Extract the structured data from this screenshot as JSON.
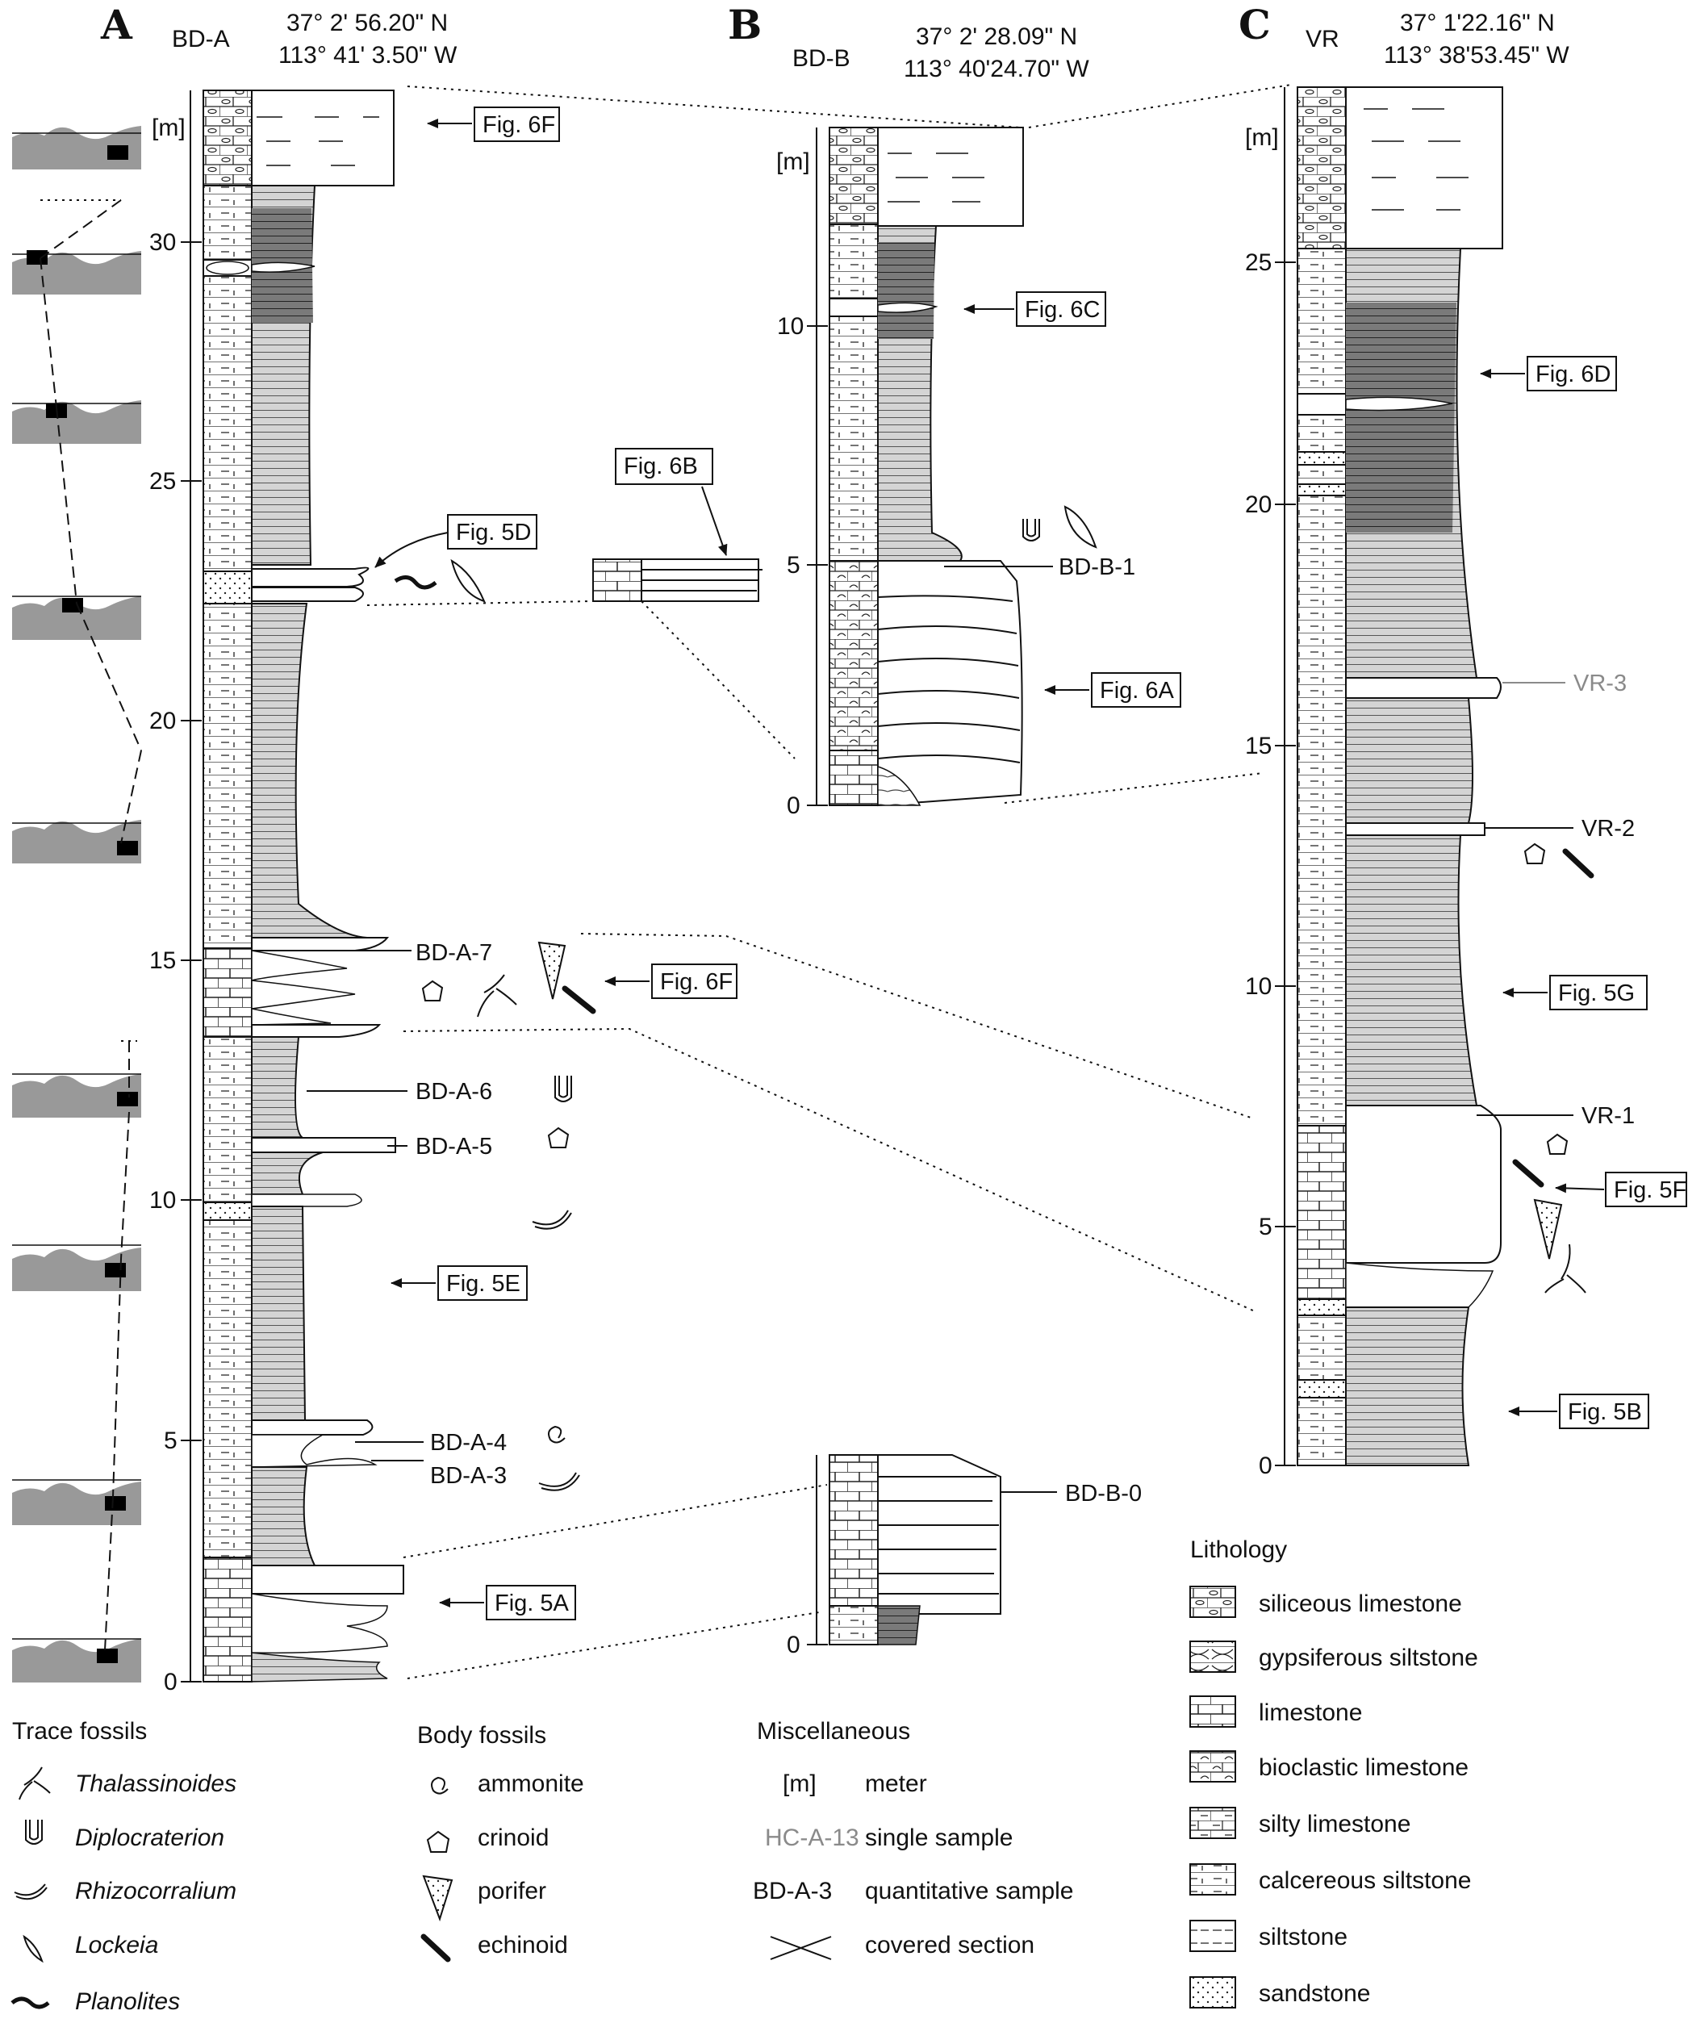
{
  "sections": {
    "A": {
      "letter": "A",
      "name": "BD-A",
      "lat": "37°   2' 56.20\" N",
      "lon": "113° 41'   3.50\" W",
      "unit": "[m]",
      "ticks": [
        "30",
        "25",
        "20",
        "15",
        "10",
        "5",
        "0"
      ],
      "samples": [
        "BD-A-7",
        "BD-A-6",
        "BD-A-5",
        "BD-A-4",
        "BD-A-3"
      ],
      "figs": [
        "Fig. 6F",
        "Fig. 5D",
        "Fig. 6F",
        "Fig. 5E",
        "Fig. 5A"
      ]
    },
    "B": {
      "letter": "B",
      "name": "BD-B",
      "lat": "37°   2' 28.09\" N",
      "lon": "113° 40'24.70\" W",
      "unit": "[m]",
      "ticks": [
        "10",
        "5",
        "0"
      ],
      "lower_ticks": [
        "0"
      ],
      "samples": [
        "BD-B-1",
        "BD-B-0"
      ],
      "figs": [
        "Fig. 6B",
        "Fig. 6C",
        "Fig. 6A"
      ]
    },
    "C": {
      "letter": "C",
      "name": "VR",
      "lat": "37°   1'22.16\" N",
      "lon": "113° 38'53.45\" W",
      "unit": "[m]",
      "ticks": [
        "25",
        "20",
        "15",
        "10",
        "5",
        "0"
      ],
      "samples": [
        "VR-3",
        "VR-2",
        "VR-1"
      ],
      "figs": [
        "Fig. 6D",
        "Fig. 5G",
        "Fig. 5F",
        "Fig. 5B"
      ]
    }
  },
  "legend": {
    "trace_fossils": {
      "title": "Trace fossils",
      "items": [
        "Thalassinoides",
        "Diplocraterion",
        "Rhizocorralium",
        "Lockeia",
        "Planolites"
      ]
    },
    "body_fossils": {
      "title": "Body fossils",
      "items": [
        "ammonite",
        "crinoid",
        "porifer",
        "echinoid"
      ]
    },
    "misc": {
      "title": "Miscellaneous",
      "items": [
        {
          "symbol": "[m]",
          "label": "meter"
        },
        {
          "symbol": "HC-A-13",
          "label": "single sample"
        },
        {
          "symbol": "BD-A-3",
          "label": "quantitative sample"
        },
        {
          "symbol": "",
          "label": "covered section"
        }
      ]
    },
    "lithology": {
      "title": "Lithology",
      "items": [
        "siliceous limestone",
        "gypsiferous siltstone",
        "limestone",
        "bioclastic limestone",
        "silty limestone",
        "calcereous siltstone",
        "siltstone",
        "sandstone"
      ]
    }
  },
  "colors": {
    "light_gray": "#d4d4d4",
    "dark_gray": "#7a7a7a",
    "bg_gray": "#999999",
    "single_sample": "#8a8a8a"
  }
}
